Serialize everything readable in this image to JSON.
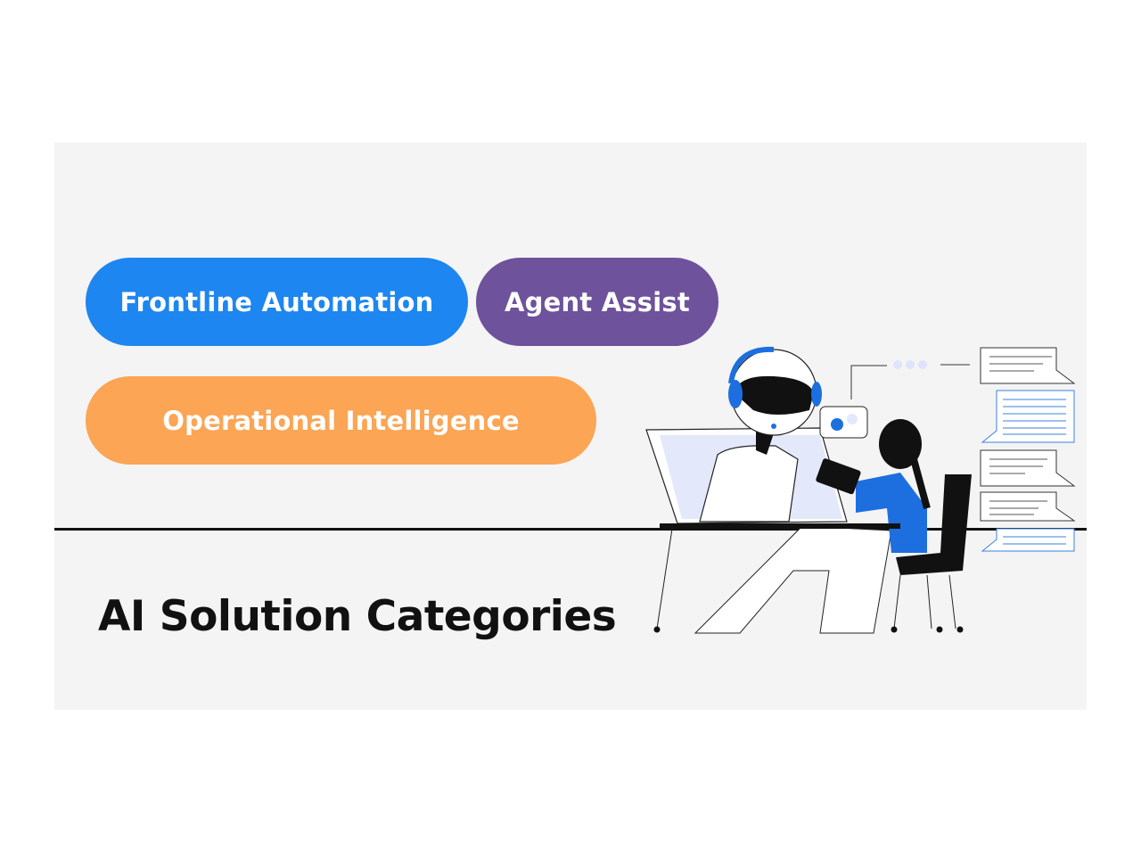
{
  "categories": [
    {
      "label": "Frontline Automation",
      "color": "#1d86f0"
    },
    {
      "label": "Agent Assist",
      "color": "#6e529b"
    },
    {
      "label": "Operational Intelligence",
      "color": "#fba555"
    }
  ],
  "title": "AI Solution Categories"
}
